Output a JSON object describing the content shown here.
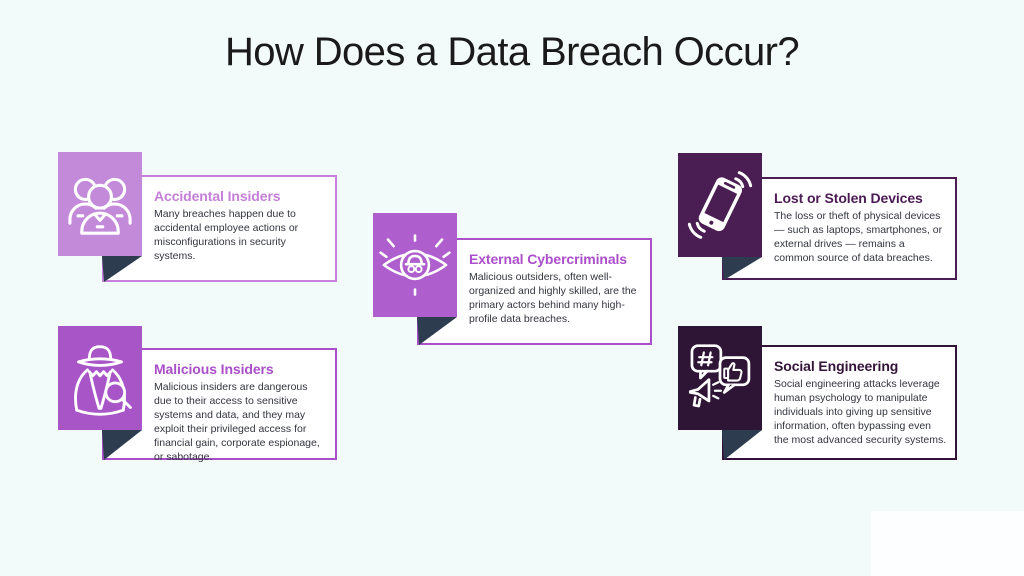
{
  "page": {
    "title": "How Does a Data Breach Occur?",
    "background": "#f2fbf9",
    "title_color": "#1a1a1a",
    "body_text_color": "#33353f",
    "tail_color": "#2d3d4f",
    "box_background": "#ffffff"
  },
  "cards": [
    {
      "id": "accidental-insiders",
      "title": "Accidental Insiders",
      "description": "Many breaches happen due to accidental employee actions or misconfigurations in security systems.",
      "icon": "group-people-icon",
      "colors": {
        "square": "#c38ad9",
        "border": "#c780dc",
        "title": "#c57fd8"
      }
    },
    {
      "id": "malicious-insiders",
      "title": "Malicious Insiders",
      "description": "Malicious insiders are  dangerous due to their access to sensitive systems and data, and they may exploit their privileged access for financial gain, corporate espionage, or sabotage.",
      "icon": "spy-detective-icon",
      "colors": {
        "square": "#a855c8",
        "border": "#a94fc9",
        "title": "#a94fc8"
      }
    },
    {
      "id": "external-cybercriminals",
      "title": "External Cybercriminals",
      "description": "Malicious outsiders, often well-organized and highly skilled, are the primary actors behind many high-profile data breaches.",
      "icon": "spy-eye-icon",
      "colors": {
        "square": "#ae5ecd",
        "border": "#ab50cb",
        "title": "#ab4ecb"
      }
    },
    {
      "id": "lost-or-stolen-devices",
      "title": "Lost or Stolen Devices",
      "description": "The loss or theft of physical devices — such as laptops, smartphones, or external drives — remains a common source of data breaches.",
      "icon": "vibrating-phone-icon",
      "colors": {
        "square": "#4a1e52",
        "border": "#4c1c55",
        "title": "#4c1b55"
      }
    },
    {
      "id": "social-engineering",
      "title": "Social Engineering",
      "description": "Social engineering attacks leverage human psychology to manipulate individuals into giving up sensitive information, often bypassing even the most advanced security systems.",
      "icon": "social-bubbles-megaphone-icon",
      "colors": {
        "square": "#2f1535",
        "border": "#321338",
        "title": "#331339"
      }
    }
  ]
}
